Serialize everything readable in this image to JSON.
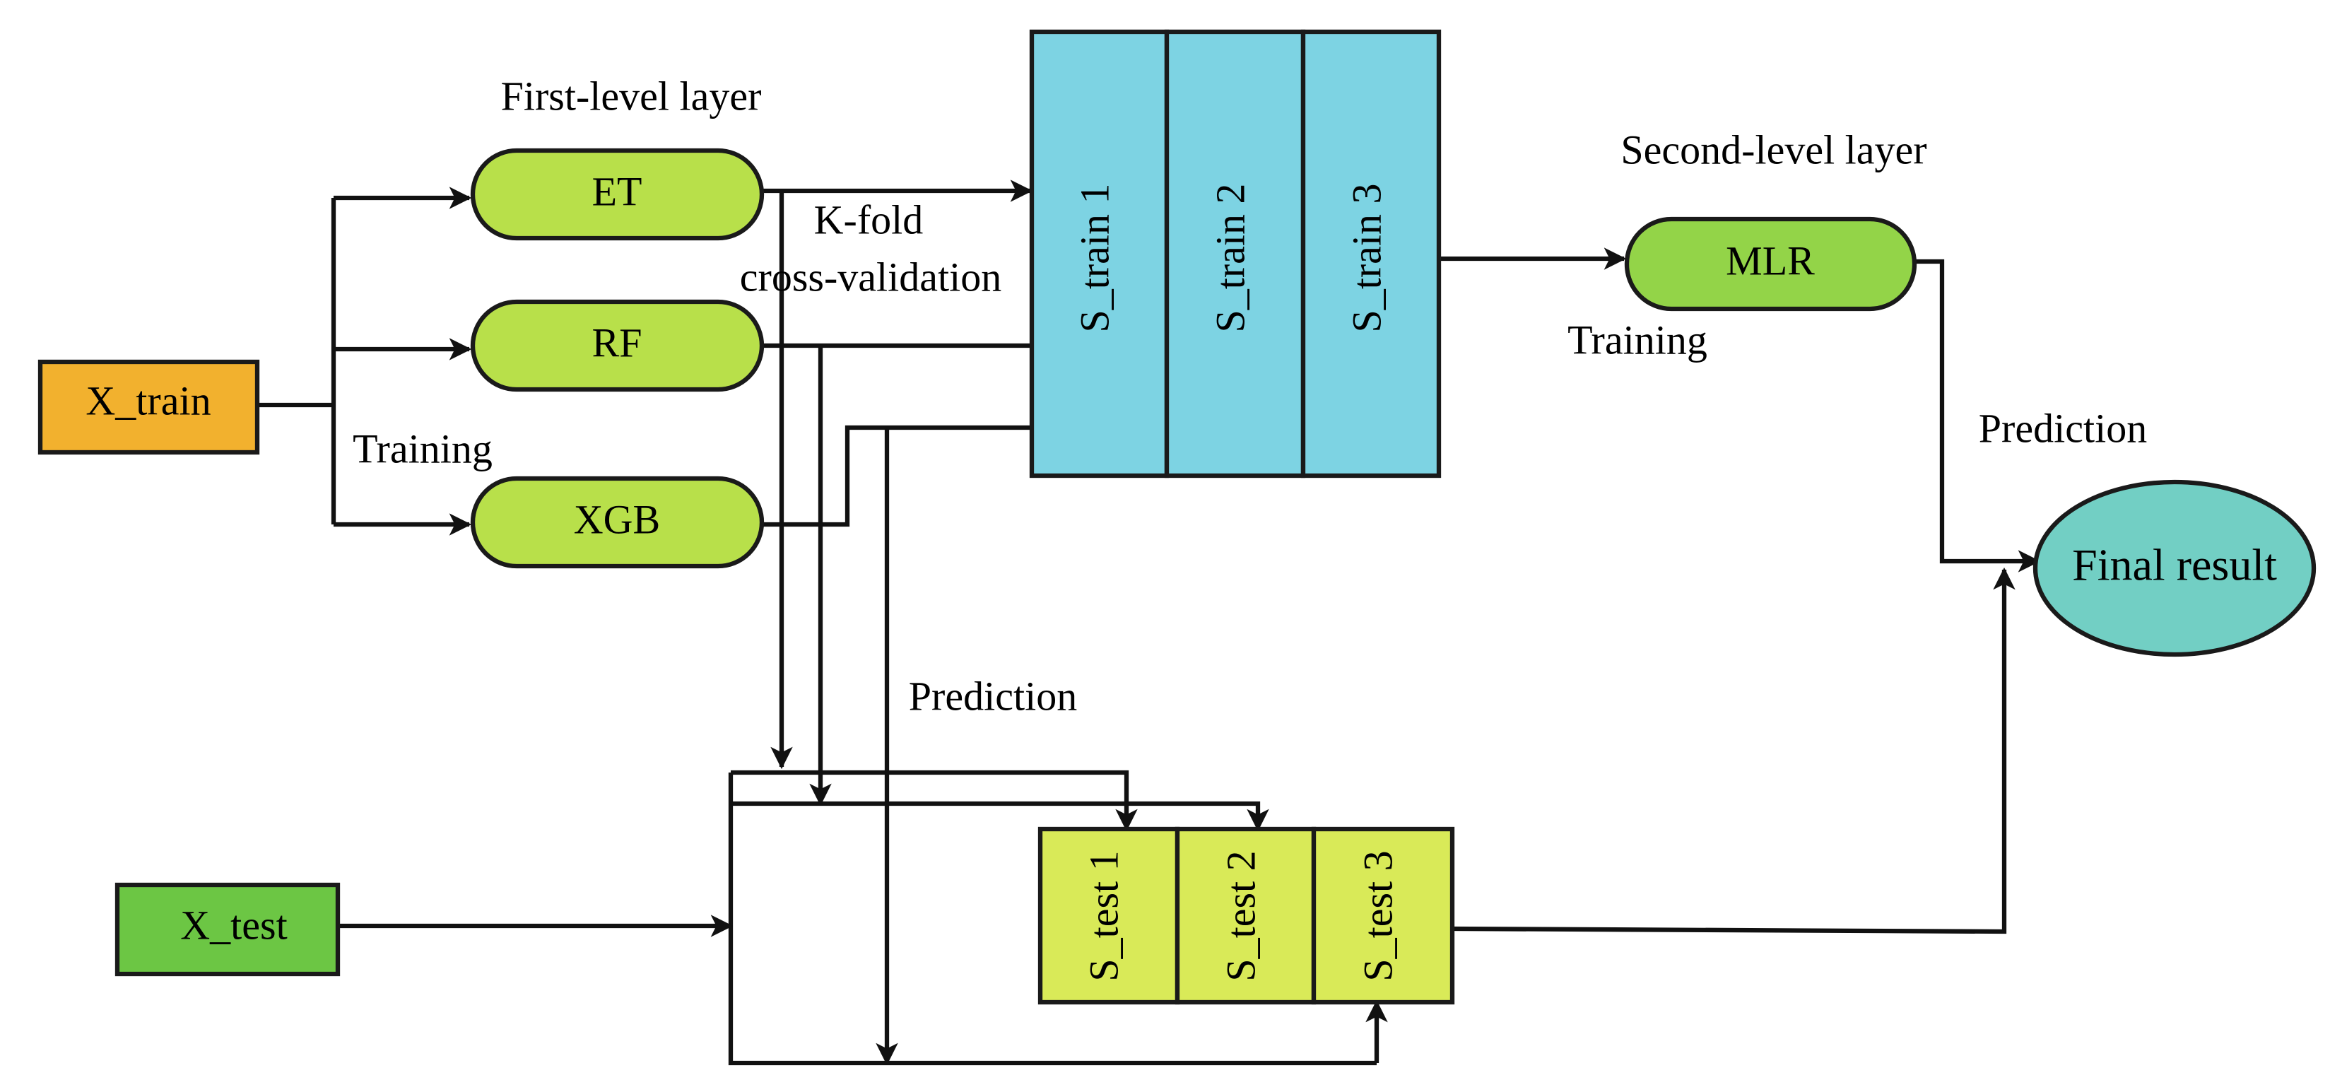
{
  "diagram": {
    "labels": {
      "first_level_layer": "First-level layer",
      "second_level_layer": "Second-level layer",
      "kfold_line1": "K-fold",
      "kfold_line2": "cross-validation",
      "training_left": "Training",
      "training_right": "Training",
      "prediction_middle": "Prediction",
      "prediction_right": "Prediction"
    },
    "inputs": {
      "x_train": "X_train",
      "x_test": "X_test"
    },
    "first_level_models": [
      "ET",
      "RF",
      "XGB"
    ],
    "s_train": [
      "S_train 1",
      "S_train 2",
      "S_train 3"
    ],
    "s_test": [
      "S_test 1",
      "S_test 2",
      "S_test 3"
    ],
    "second_level_model": "MLR",
    "final_result": "Final result",
    "colors": {
      "x_train": "#f2b12e",
      "x_test": "#6cc644",
      "model_pill": "#b8e04a",
      "mlr_pill": "#93d448",
      "s_train": "#7dd3e3",
      "s_test": "#d9ea58",
      "final_result": "#72cfc4",
      "stroke": "#1a1a1a"
    }
  }
}
